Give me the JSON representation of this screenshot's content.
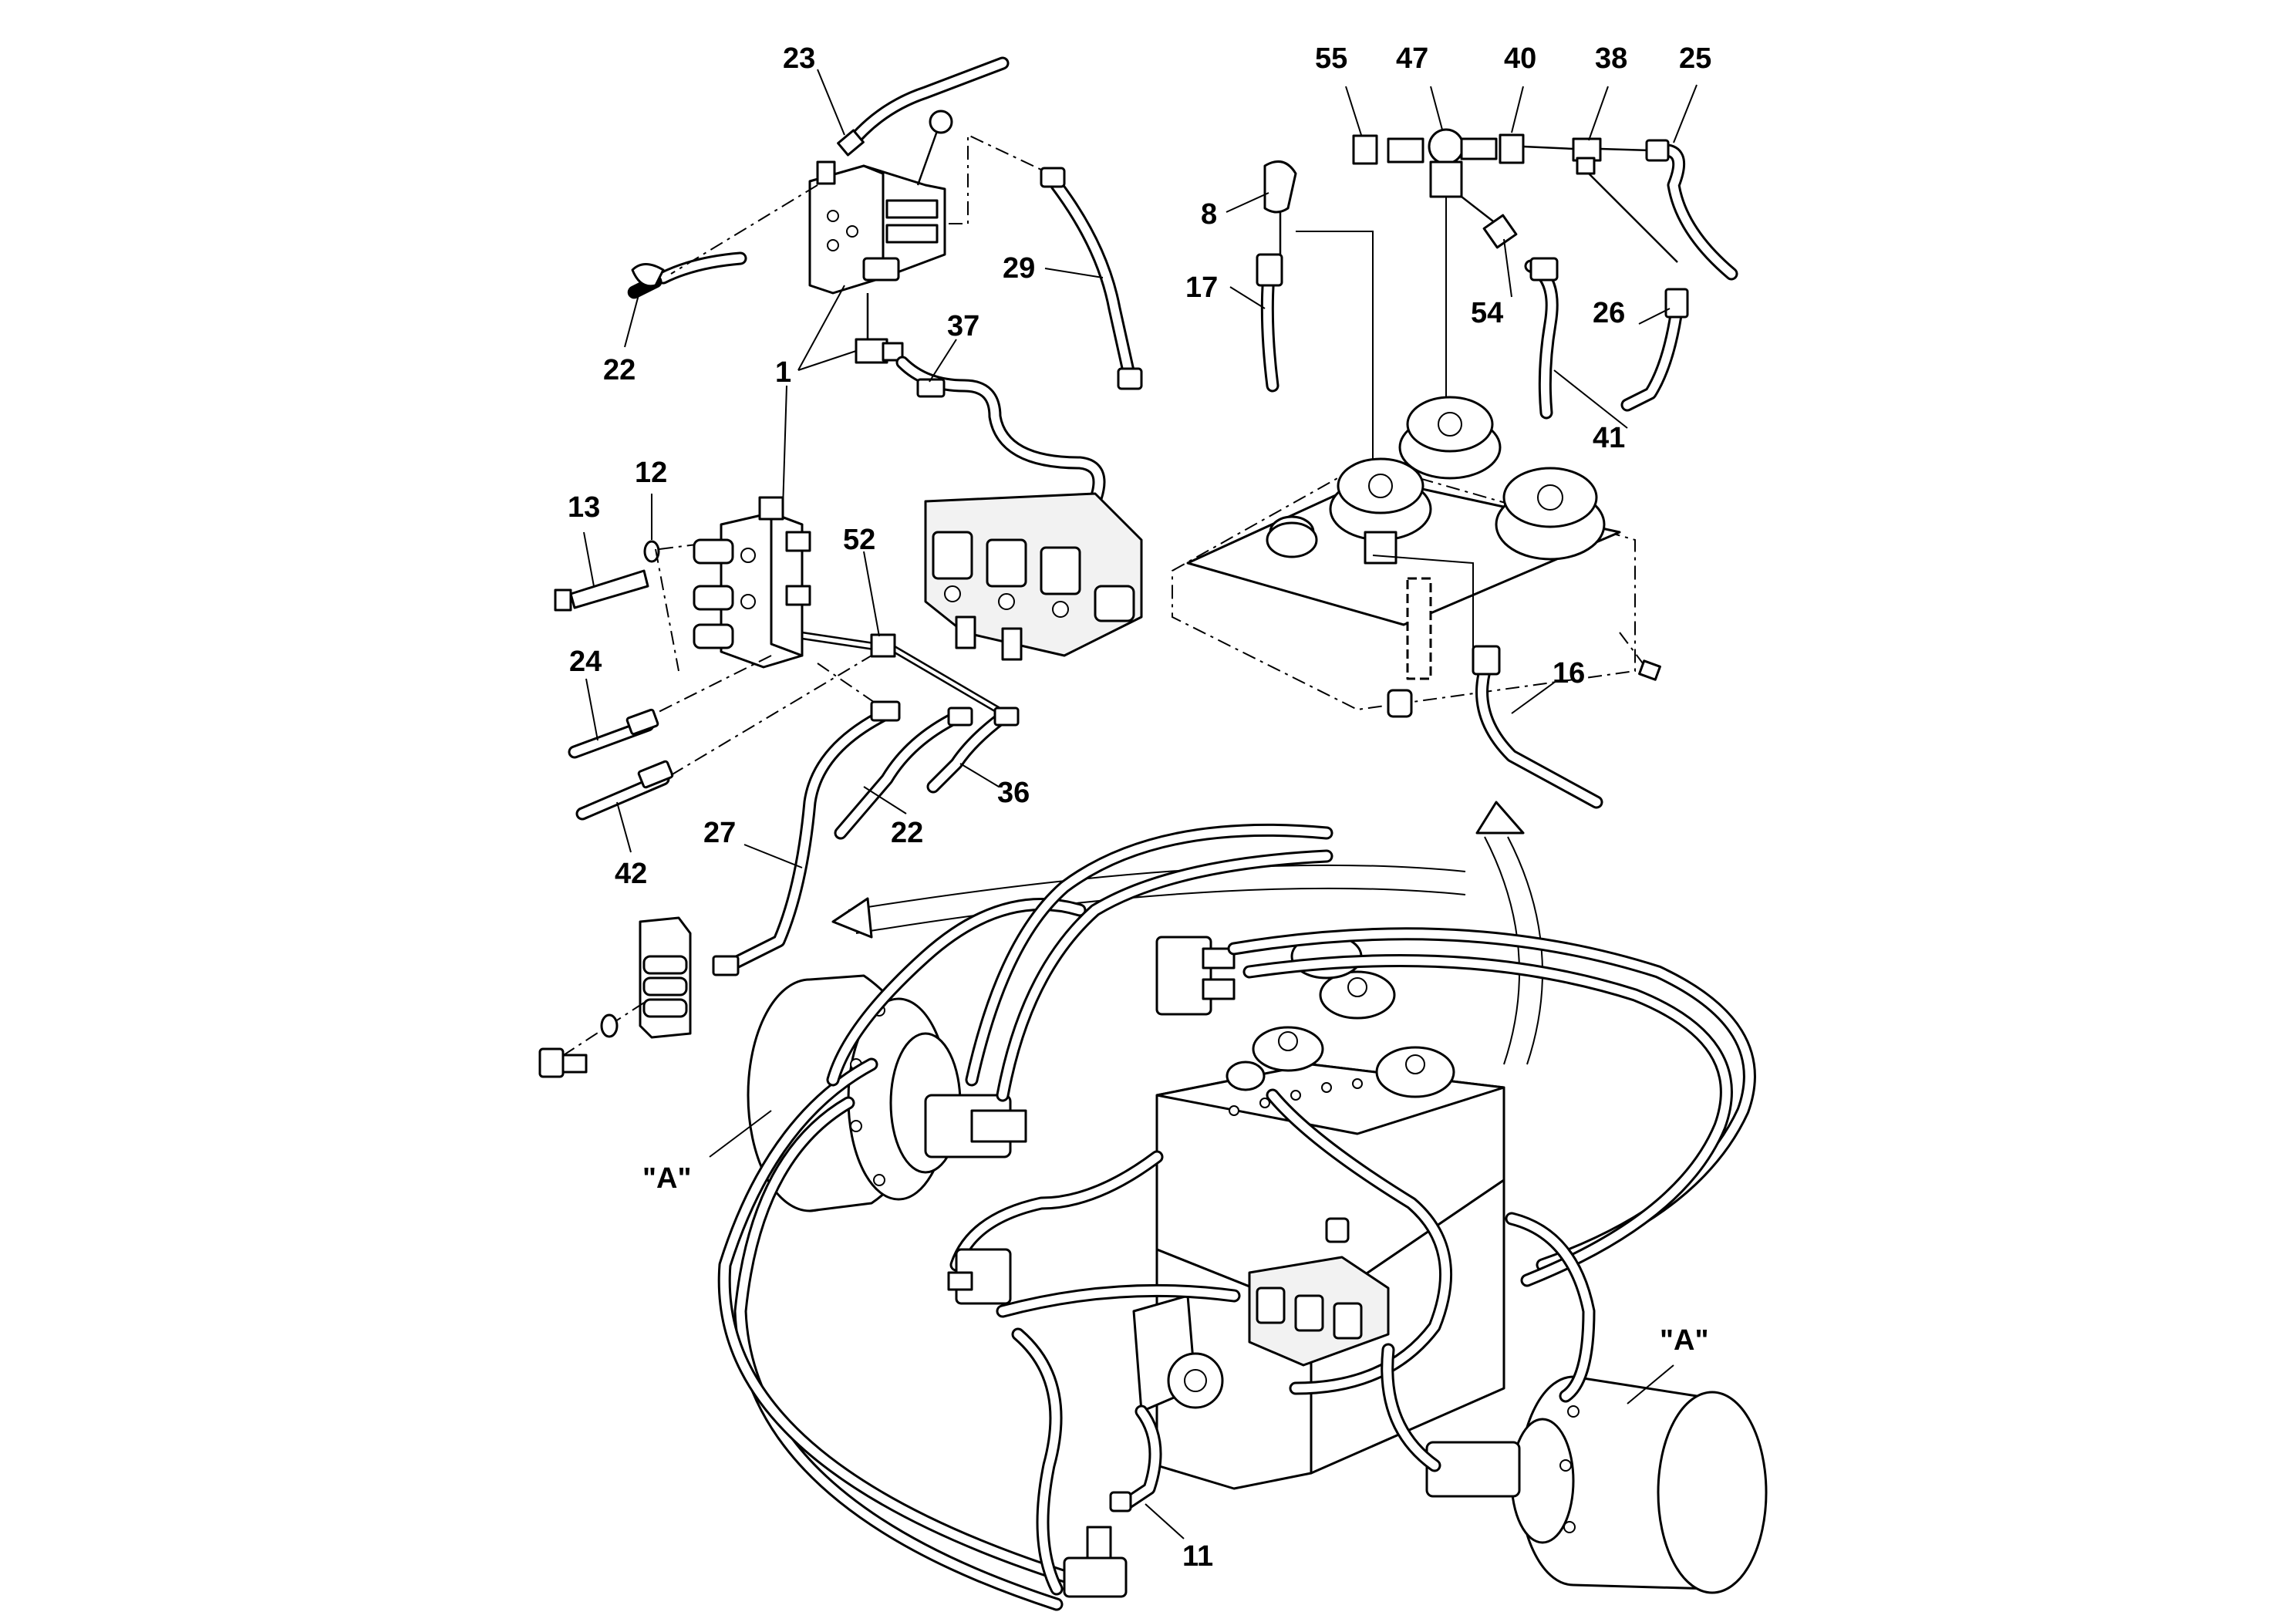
{
  "labels": {
    "p23": "23",
    "p22a": "22",
    "p1": "1",
    "p37": "37",
    "p29": "29",
    "p13": "13",
    "p12": "12",
    "p52": "52",
    "p24": "24",
    "p42": "42",
    "p27": "27",
    "p22b": "22",
    "p36": "36",
    "p55": "55",
    "p47": "47",
    "p40": "40",
    "p38": "38",
    "p25": "25",
    "p8": "8",
    "p17": "17",
    "p54": "54",
    "p26": "26",
    "p41": "41",
    "p16": "16",
    "p11": "11",
    "view_a_left": "\"A\"",
    "view_a_right": "\"A\""
  }
}
